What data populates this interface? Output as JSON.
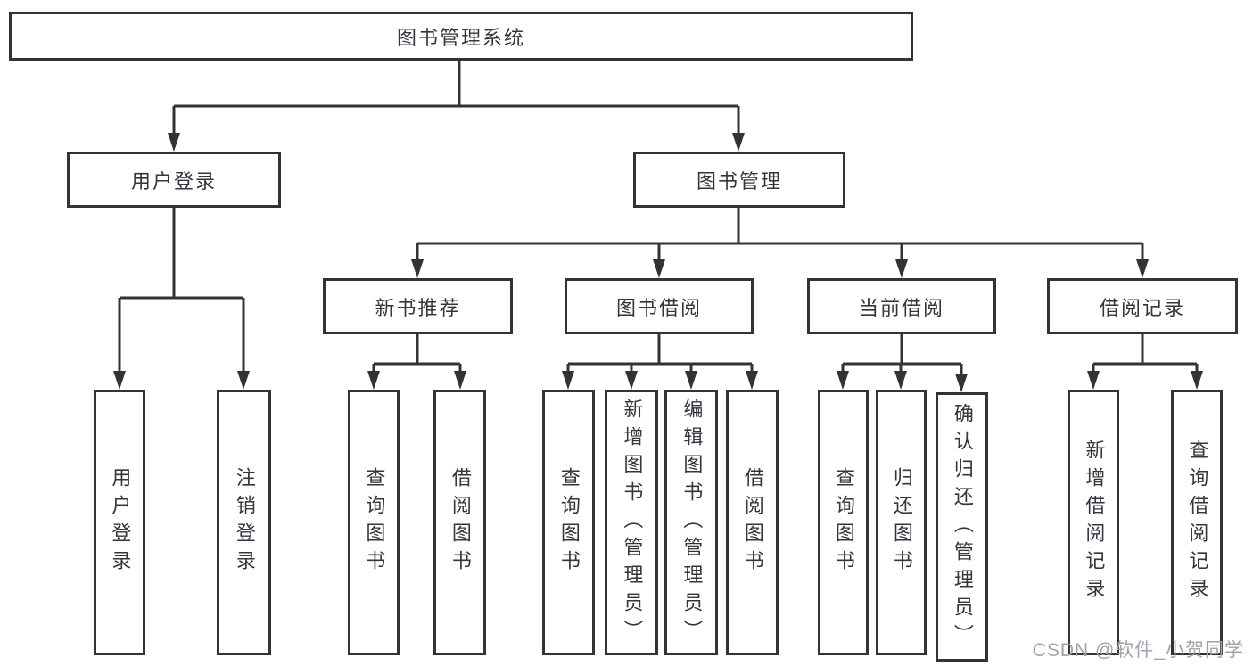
{
  "diagram": {
    "title": "图书管理系统",
    "branches": {
      "user_login": {
        "label": "用户登录",
        "children": [
          {
            "label": "用户登录"
          },
          {
            "label": "注销登录"
          }
        ]
      },
      "book_management": {
        "label": "图书管理",
        "children": [
          {
            "label": "新书推荐",
            "children": [
              {
                "label": "查询图书"
              },
              {
                "label": "借阅图书"
              }
            ]
          },
          {
            "label": "图书借阅",
            "children": [
              {
                "label": "查询图书"
              },
              {
                "label": "新增图书（管理员）"
              },
              {
                "label": "编辑图书（管理员）"
              },
              {
                "label": "借阅图书"
              }
            ]
          },
          {
            "label": "当前借阅",
            "children": [
              {
                "label": "查询图书"
              },
              {
                "label": "归还图书"
              },
              {
                "label": "确认归还（管理员）"
              }
            ]
          },
          {
            "label": "借阅记录",
            "children": [
              {
                "label": "新增借阅记录"
              },
              {
                "label": "查询借阅记录"
              }
            ]
          }
        ]
      }
    },
    "watermark": "CSDN @软件_小贺同学",
    "colors": {
      "line": "#333333",
      "text": "#35353c",
      "box_background": "#ffffff",
      "watermark": "#a2a2a8"
    }
  }
}
